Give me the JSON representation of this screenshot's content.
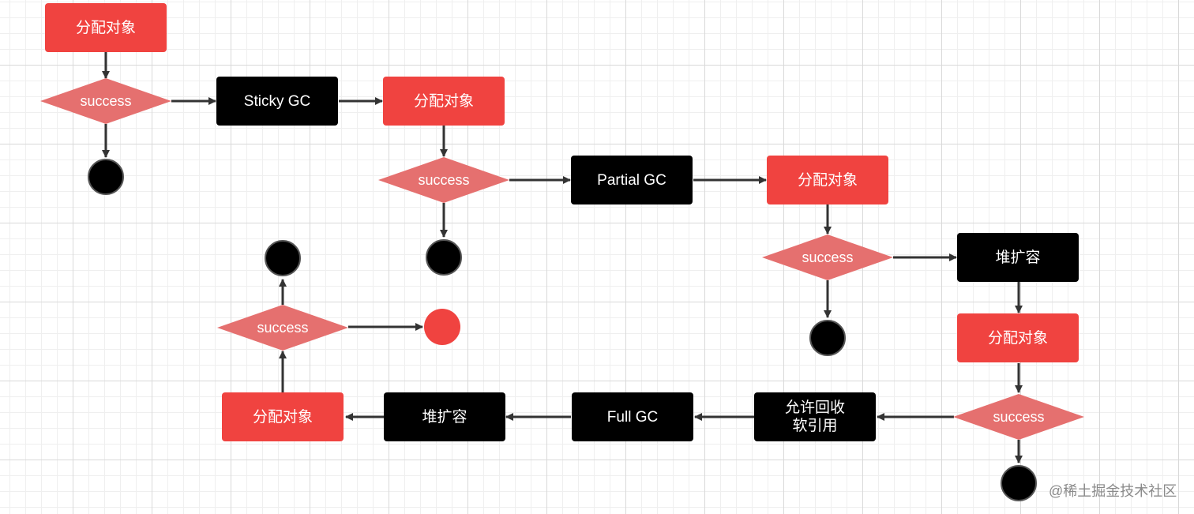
{
  "nodes": {
    "alloc_1": "分配对象",
    "decision_1": "success",
    "sticky_gc": "Sticky GC",
    "alloc_2": "分配对象",
    "decision_2": "success",
    "partial_gc": "Partial GC",
    "alloc_3": "分配对象",
    "decision_3": "success",
    "heap_expand_1": "堆扩容",
    "alloc_4": "分配对象",
    "decision_4": "success",
    "allow_softref_line1": "允许回收",
    "allow_softref_line2": "软引用",
    "full_gc": "Full GC",
    "heap_expand_2": "堆扩容",
    "alloc_5": "分配对象",
    "decision_5": "success"
  },
  "colors": {
    "alloc_fill": "#f04340",
    "gc_fill": "#000000",
    "decision_fill": "#e5706f",
    "success_end": "#000000",
    "failure_end": "#f04340"
  },
  "watermark": "@稀土掘金技术社区"
}
